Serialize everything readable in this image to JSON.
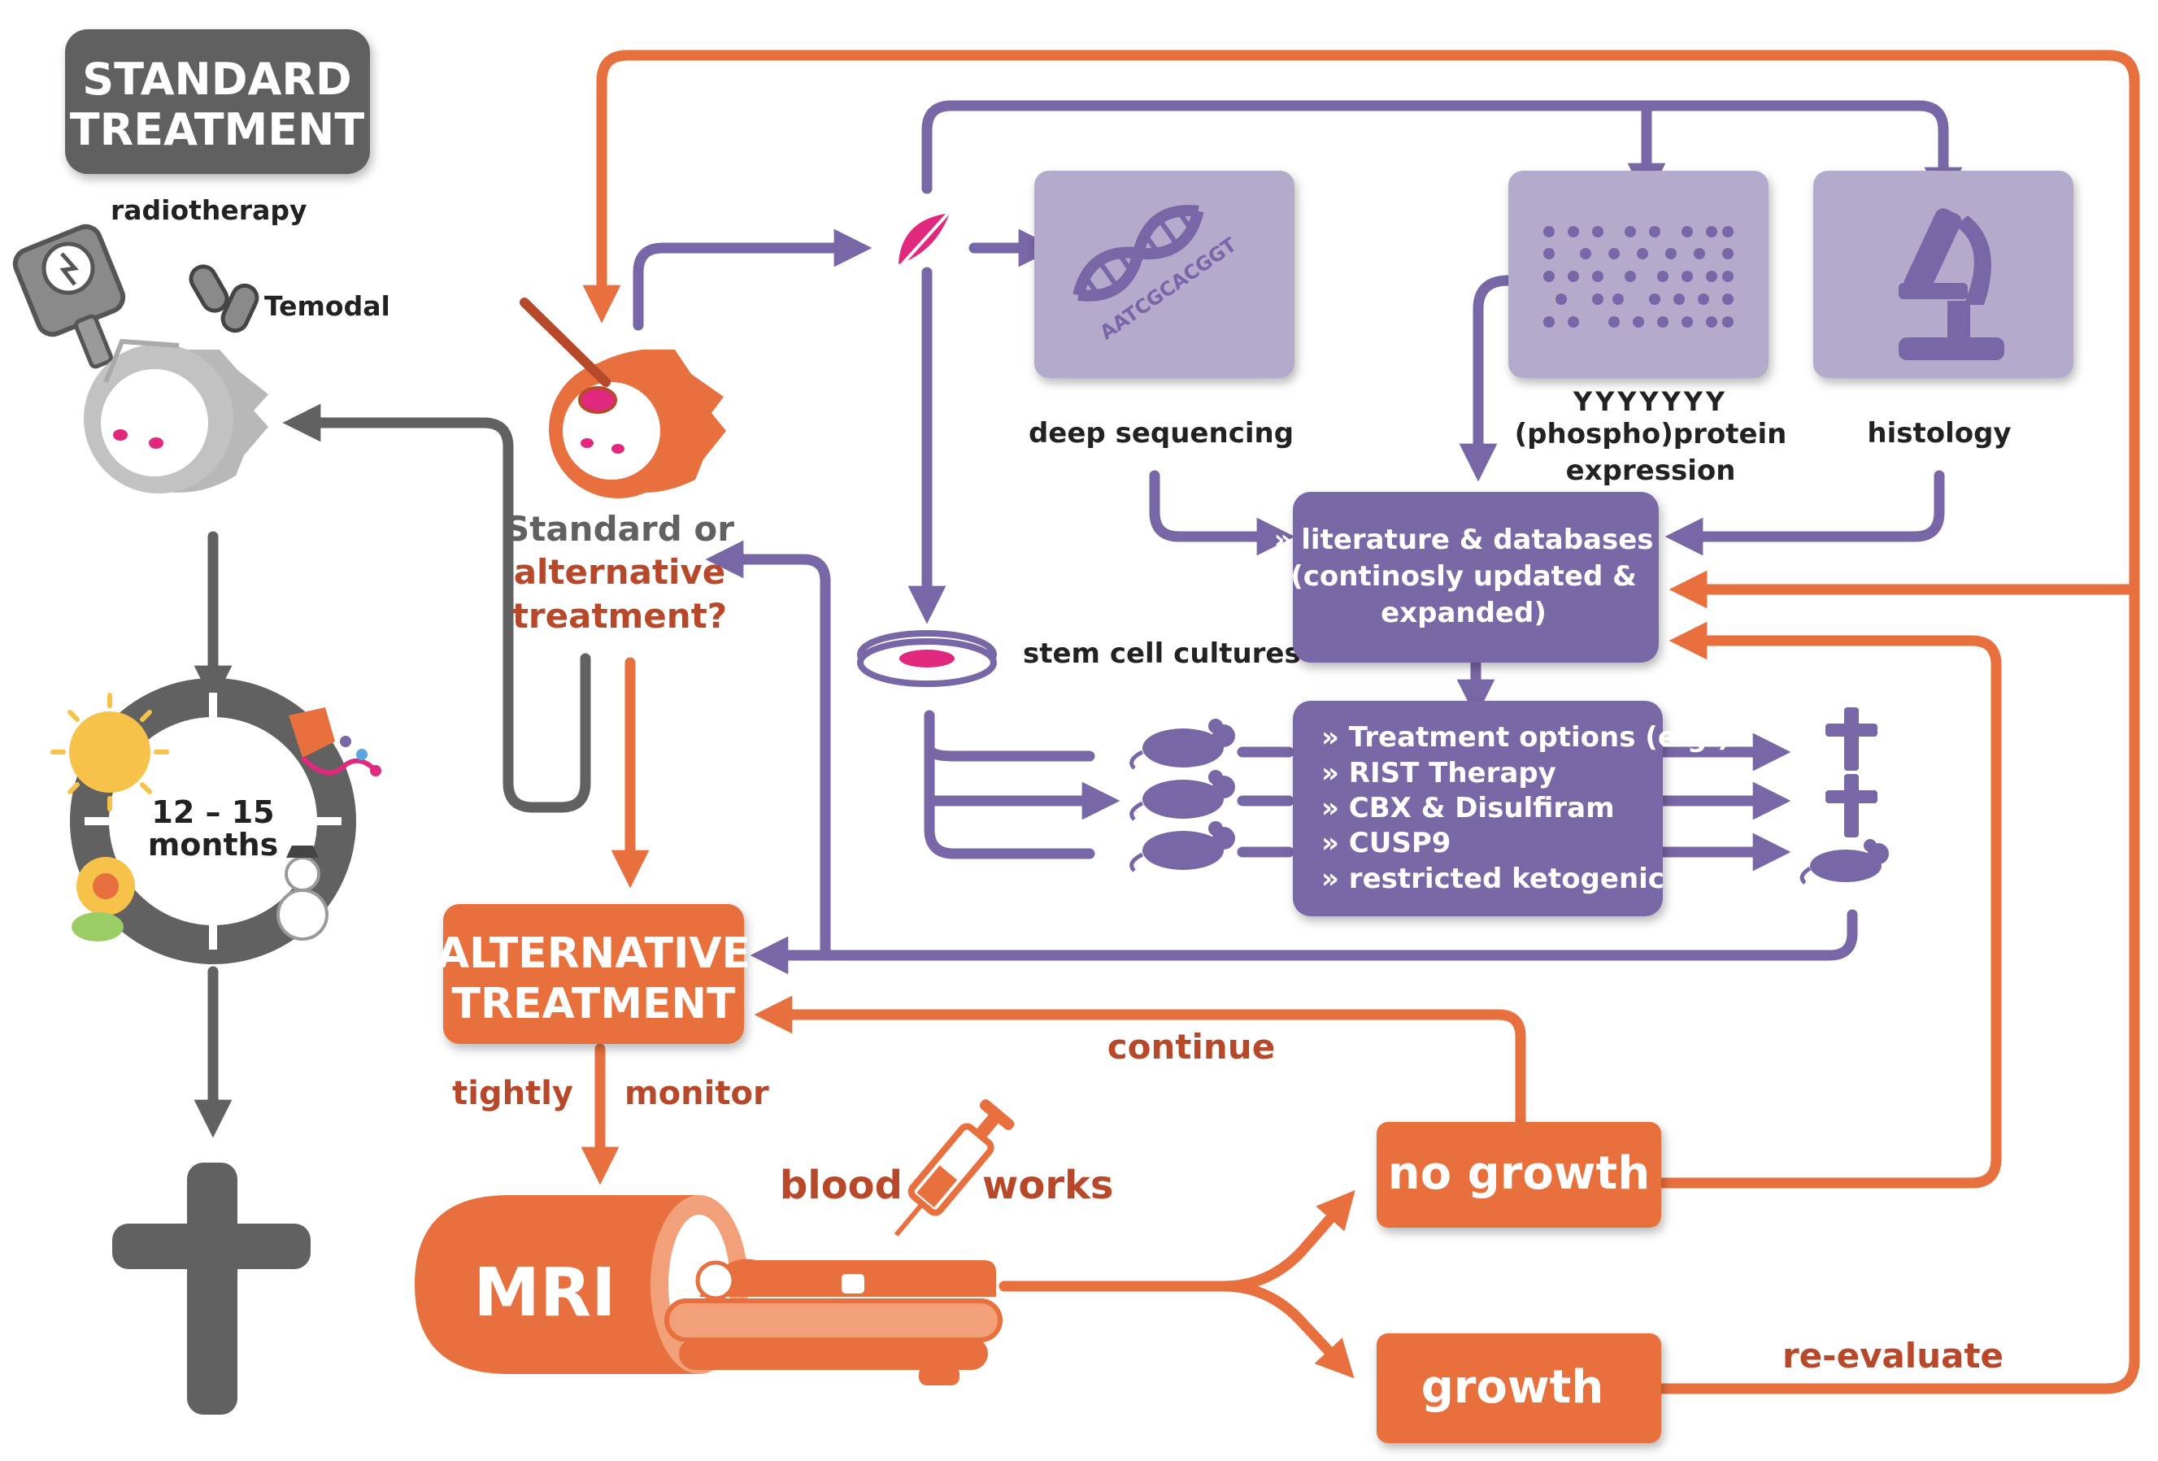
{
  "colors": {
    "gray": "#616161",
    "lightgray": "#b5b5b5",
    "orange": "#e8703e",
    "darkorange": "#b8482a",
    "purple": "#7867a6",
    "lavender": "#b3aacc",
    "pink": "#e0287e"
  },
  "standard": {
    "title_line1": "STANDARD",
    "title_line2": "TREATMENT",
    "radiotherapy": "radiotherapy",
    "temodal": "Temodal",
    "months_line1": "12 – 15",
    "months_line2": "months"
  },
  "decision": {
    "line1": "Standard or",
    "line2": "alternative",
    "line3": "treatment?"
  },
  "alternative": {
    "line1": "ALTERNATIVE",
    "line2": "TREATMENT",
    "tightly": "tightly",
    "monitor": "monitor"
  },
  "analysis": {
    "dna_sequence": "AATCGCACGGT",
    "deep_sequencing": "deep sequencing",
    "protein_marks": "YYYYYYY",
    "protein_line1": "(phospho)protein",
    "protein_line2": "expression",
    "histology": "histology",
    "stem_cells": "stem cell cultures"
  },
  "literature": {
    "line1": "» literature & databases",
    "line2": "(continosly updated &",
    "line3": "expanded)"
  },
  "options": {
    "items": [
      "» Treatment options (e.g.)",
      "» RIST Therapy",
      "» CBX & Disulfiram",
      "» CUSP9",
      "» restricted ketogenic diet"
    ]
  },
  "monitoring": {
    "mri": "MRI",
    "blood": "blood",
    "works": "works",
    "no_growth": "no growth",
    "growth": "growth",
    "continue": "continue",
    "reevaluate": "re-evaluate"
  }
}
